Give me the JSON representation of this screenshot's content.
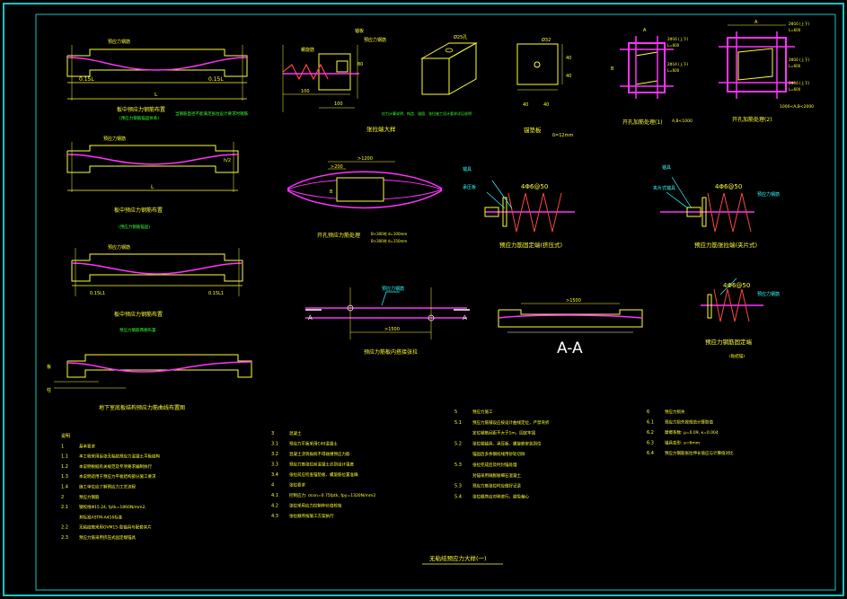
{
  "colors": {
    "border": "#19c3c3",
    "yellow": "#ffff33",
    "magenta": "#ff33ff",
    "cyan": "#33ffff",
    "green": "#33ff33",
    "white": "#ffffff",
    "red": "#ff4444",
    "background": "#000000"
  },
  "slab_mid": {
    "top_label": "预应力钢筋",
    "dim_left": "0.15L",
    "dim_right": "0.15L",
    "span": "L",
    "title": "板中预应力钢筋布置",
    "subtitle": "(预应力钢筋锚固体系)",
    "note": "当钢筋直径不能满足张拉设计要求时钢筋"
  },
  "slab_mid2": {
    "top_label": "预应力钢筋",
    "dim_right": "h/2",
    "span": "L",
    "title": "板中预应力钢筋布置",
    "subtitle": "(预应力钢筋锚固)"
  },
  "slab_mid3": {
    "top_label": "预应力钢筋",
    "dim_left": "0.15L1",
    "dim_right": "0.15L1",
    "title": "板中预应力钢筋布置",
    "subtitle": "预应力钢筋两端布置"
  },
  "basement": {
    "title": "地下室底板结构预应力筋曲线布置图",
    "label_a": "板",
    "label_b": "柱"
  },
  "anchor_detail": {
    "labels": [
      "锚板",
      "预应力钢筋",
      "螺旋筋"
    ],
    "dims": [
      "100",
      "80",
      "100"
    ],
    "note": "应力计算说明、构造、锚固、张拉施工设计要求详见说明",
    "title": "张拉端大样"
  },
  "box_detail": {
    "label": "Ø25孔"
  },
  "anchor_plate": {
    "label": "Ø32",
    "dims": [
      "40",
      "40",
      "40",
      "40"
    ],
    "title": "锚垫板",
    "thickness": "δ=12mm"
  },
  "opening1": {
    "top": "A",
    "side": "B",
    "title": "开孔加筋处理(1)",
    "condition": "A,B<1000",
    "notes": [
      "2Φ16 (上下)",
      "L=600",
      "2Φ14 (上下)",
      "L=600"
    ]
  },
  "opening2": {
    "top": "A",
    "title": "开孔加筋处理(2)",
    "condition": "1000<A,B<2000",
    "notes": [
      "2Φ16 (上下)",
      "L=600",
      "2Φ16 (上下)",
      "L=600",
      "2Φ16 (上下)",
      "L=600"
    ]
  },
  "opening_plan": {
    "dims": [
      ">200",
      ">1200"
    ],
    "side": "B",
    "title": "开孔预应力筋处理",
    "notes": [
      "B<300时 d=100mm",
      "B>300时 d=150mm"
    ]
  },
  "fixed_end1": {
    "labels": [
      "锚具",
      "承压板"
    ],
    "spiral": "4Φ6@50",
    "title": "预应力筋固定端(挤压式)"
  },
  "fixed_end2": {
    "labels": [
      "锚具",
      "夹片式锚具"
    ],
    "spiral": "4Φ6@50",
    "extra": "预应力钢筋",
    "title": "预应力筋张拉端(夹片式)"
  },
  "support": {
    "label_left": "A",
    "label_right": "A",
    "dim": ">1500",
    "label": "预应力钢筋",
    "title": "预应力筋板内搭接张拉"
  },
  "section_aa": {
    "dim": ">1500",
    "title": "A-A"
  },
  "fixed_end3": {
    "spiral": "4Φ6@50",
    "label": "预应力钢筋",
    "title": "预应力钢筋固定端",
    "subtitle": "(粘结锚)"
  },
  "notes_col1": [
    {
      "num": "说明",
      "text": ""
    },
    {
      "num": "1",
      "text": "基本要求"
    },
    {
      "num": "1.1",
      "text": "本工程采用后张无粘结预应力混凝土平板结构"
    },
    {
      "num": "1.2",
      "text": "本说明根据有关规范及专项要求编制执行"
    },
    {
      "num": "1.3",
      "text": "本说明适用于预应力平板结构部分施工要求"
    },
    {
      "num": "1.4",
      "text": "施工单位应了解预应力工艺流程"
    },
    {
      "num": "2",
      "text": "预应力钢筋"
    },
    {
      "num": "2.1",
      "text": "钢绞线Φ15.24, fptk=1860N/mm2,"
    },
    {
      "num": "",
      "text": "其标准ASTM-A416标准"
    },
    {
      "num": "2.2",
      "text": "无粘结筋采用OVM15-型锚具与配套夹片"
    },
    {
      "num": "2.3",
      "text": "预应力筋采用挤压式固定端锚具"
    }
  ],
  "notes_col2": [
    {
      "num": "3",
      "text": "混凝土"
    },
    {
      "num": "3.1",
      "text": "预应力平板采用C40混凝土"
    },
    {
      "num": "3.2",
      "text": "混凝土浇筑振捣不得碰撞预应力筋"
    },
    {
      "num": "3.3",
      "text": "预应力筋张拉前混凝土达到设计强度"
    },
    {
      "num": "3.4",
      "text": "张拉前应检查锚垫板、螺旋筋位置准确"
    },
    {
      "num": "4",
      "text": "张拉要求"
    },
    {
      "num": "4.1",
      "text": "控制应力: σcon=0.75fptk, fpy=1320N/mm2"
    },
    {
      "num": "4.2",
      "text": "张拉采用应力控制伸长值校核"
    },
    {
      "num": "4.3",
      "text": "张拉顺序按施工方案执行"
    }
  ],
  "notes_col3": [
    {
      "num": "5",
      "text": "预应力施工"
    },
    {
      "num": "5.1",
      "text": "预应力筋铺设应按设计曲线定位，严禁弯折"
    },
    {
      "num": "",
      "text": "定位钢筋间距不大于1m，固定牢固"
    },
    {
      "num": "5.2",
      "text": "张拉端锚具、承压板、螺旋筋安装到位"
    },
    {
      "num": "",
      "text": "锚固后多余钢绞线用砂轮切除"
    },
    {
      "num": "5.3",
      "text": "张拉完成后及时封锚处理"
    },
    {
      "num": "",
      "text": "封锚采用微膨胀细石混凝土"
    },
    {
      "num": "5.3",
      "text": "预应力筋张拉时应做好记录"
    },
    {
      "num": "5.4",
      "text": "张拉顺序应对称进行，避免偏心"
    }
  ],
  "notes_col4": [
    {
      "num": "6",
      "text": "预应力损失"
    },
    {
      "num": "6.1",
      "text": "预应力损失按规范计算取值"
    },
    {
      "num": "6.2",
      "text": "摩擦系数: μ=0.09, κ=0.004"
    },
    {
      "num": "6.3",
      "text": "锚具变形: a=6mm"
    },
    {
      "num": "6.4",
      "text": "预应力钢筋张拉伸长值应与计算值对比"
    }
  ],
  "title_block": "无粘结预应力大样(一)"
}
